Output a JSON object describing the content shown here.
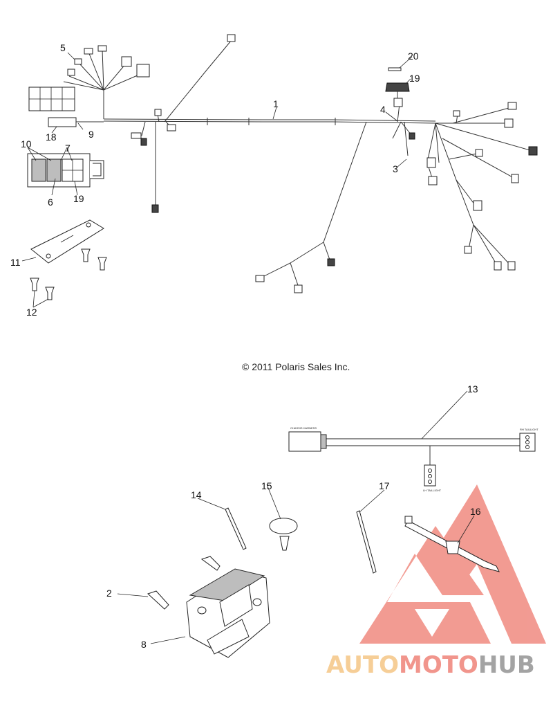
{
  "copyright": "© 2011 Polaris Sales Inc.",
  "callouts": [
    "1",
    "2",
    "3",
    "4",
    "5",
    "6",
    "7",
    "8",
    "9",
    "10",
    "11",
    "12",
    "13",
    "14",
    "15",
    "16",
    "17",
    "18",
    "19",
    "19",
    "20"
  ],
  "harness_labels": {
    "chassis": "CHASSIS HARNESS",
    "rh_taillight": "RH TAILLIGHT",
    "lh_taillight": "LH TAILLIGHT"
  },
  "watermark": {
    "part1": "AUTO",
    "part2": "MOTO",
    "part3": "HUB",
    "color_gold": "#f6c98c",
    "color_red": "#f08a80",
    "color_gray": "#9a9a9a"
  }
}
